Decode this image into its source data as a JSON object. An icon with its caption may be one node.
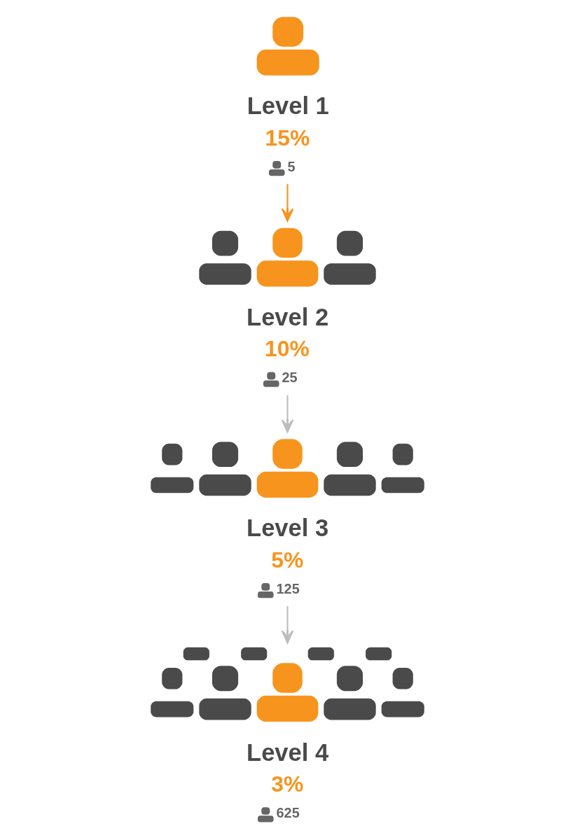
{
  "diagram": {
    "nodes": [
      {
        "text": [
          "Level 1",
          "15%",
          "5"
        ]
      },
      {
        "text": [
          "Level 2",
          "10%",
          "25"
        ]
      },
      {
        "text": [
          "Level 3",
          "5%",
          "125"
        ]
      },
      {
        "text": [
          "Level 4",
          "3%",
          "625"
        ]
      }
    ],
    "edges": [
      {
        "from": 0,
        "to": 1,
        "arrow": "to",
        "color": "#f7941d"
      },
      {
        "from": 1,
        "to": 2,
        "arrow": "to"
      },
      {
        "from": 2,
        "to": 3,
        "arrow": "to"
      }
    ]
  }
}
